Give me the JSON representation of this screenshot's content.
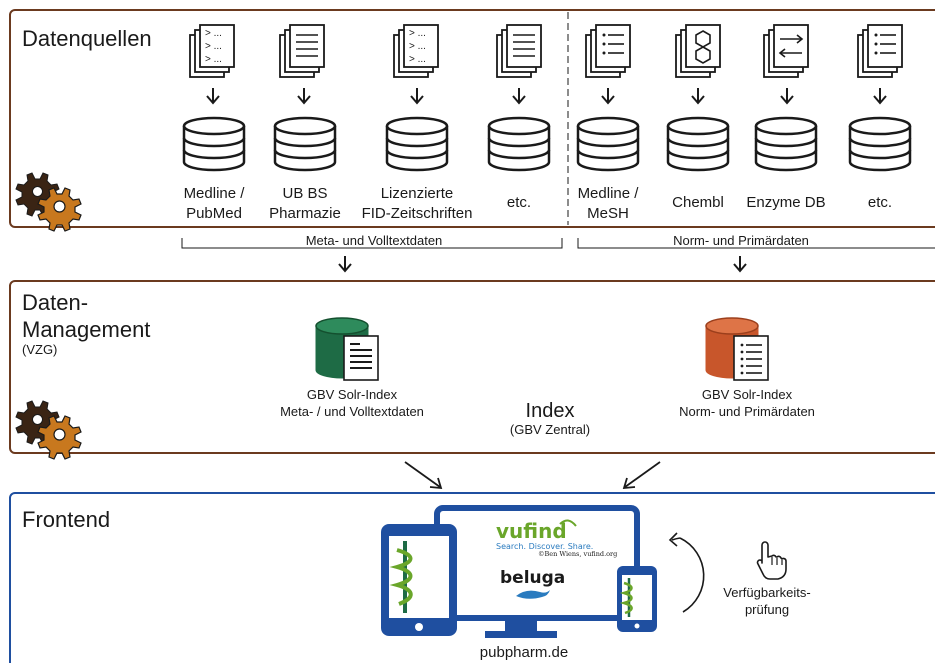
{
  "sections": {
    "sources": {
      "title": "Datenquellen"
    },
    "management": {
      "title_line1": "Daten-",
      "title_line2": "Management",
      "subtitle": "(VZG)"
    },
    "frontend": {
      "title": "Frontend"
    }
  },
  "sources": [
    {
      "line1": "Medline /",
      "line2": "PubMed",
      "doc_icon": "terminal-doc-icon"
    },
    {
      "line1": "UB BS",
      "line2": "Pharmazie",
      "doc_icon": "lines-doc-icon"
    },
    {
      "line1": "Lizenzierte",
      "line2": "FID-Zeitschriften",
      "doc_icon": "terminal-doc-icon"
    },
    {
      "line1": "etc.",
      "line2": "",
      "doc_icon": "lines-doc-icon"
    },
    {
      "line1": "Medline /",
      "line2": "MeSH",
      "doc_icon": "list-doc-icon"
    },
    {
      "line1": "Chembl",
      "line2": "",
      "doc_icon": "molecule-doc-icon"
    },
    {
      "line1": "Enzyme DB",
      "line2": "",
      "doc_icon": "arrows-doc-icon"
    },
    {
      "line1": "etc.",
      "line2": "",
      "doc_icon": "list-doc-icon"
    }
  ],
  "groups": {
    "meta": "Meta- und Volltextdaten",
    "norm": "Norm- und Primärdaten"
  },
  "indexes": {
    "left": {
      "line1": "GBV Solr-Index",
      "line2": "Meta- / und Volltextdaten",
      "color": "#1e6b45"
    },
    "right": {
      "line1": "GBV Solr-Index",
      "line2": "Norm- und Primärdaten",
      "color": "#c8562b"
    },
    "center": {
      "line1": "Index",
      "line2": "(GBV Zentral)"
    }
  },
  "frontend": {
    "vufind_logo": "vufind",
    "vufind_tagline": "Search. Discover. Share.",
    "vufind_credit": "©Ben Wiens, vufind.org",
    "beluga_logo": "beluga",
    "site": "pubpharm.de",
    "availability_line1": "Verfügbarkeits-",
    "availability_line2": "prüfung"
  },
  "colors": {
    "section_border": "#6b3a1f",
    "gear": "#c8781e",
    "device_blue": "#1f4fa0",
    "vufind_green": "#6aa62a",
    "tagline_blue": "#2a7bbf"
  }
}
